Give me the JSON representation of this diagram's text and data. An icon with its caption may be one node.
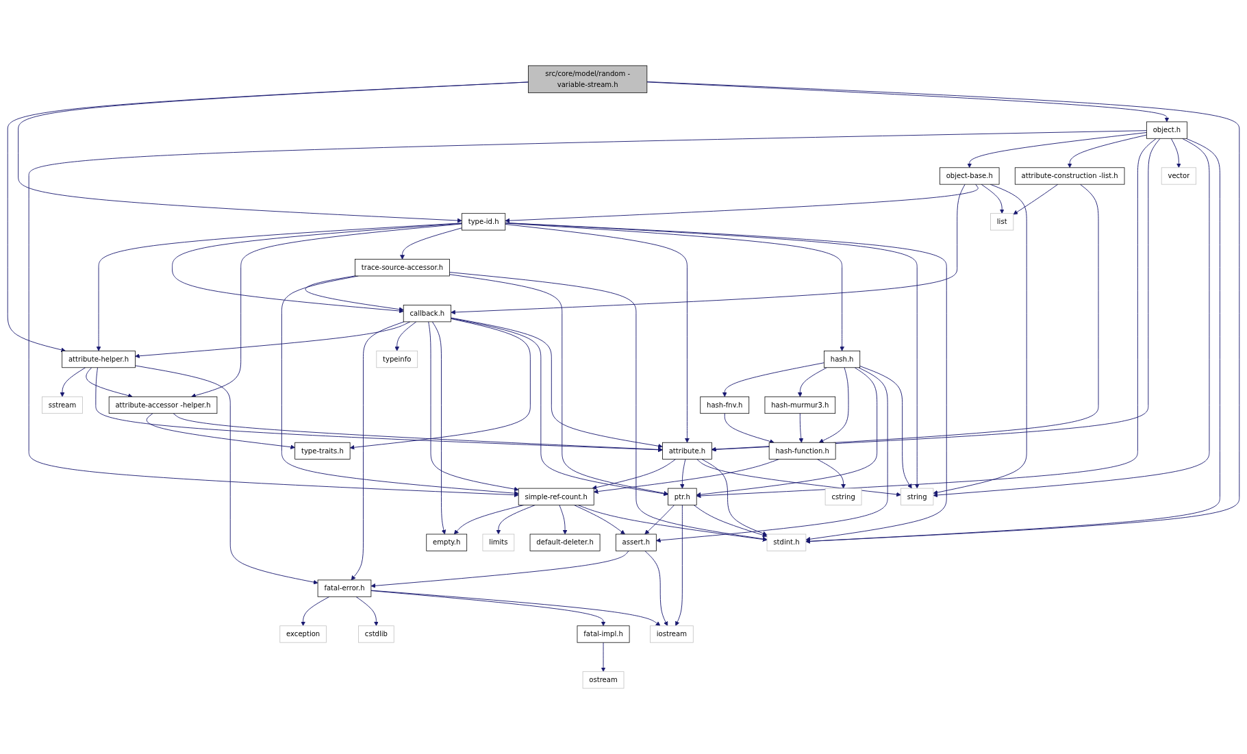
{
  "diagram": {
    "nodes": [
      {
        "text": [
          "src/core/model/random -variable-stream.h"
        ]
      },
      {
        "text": [
          "object.h"
        ]
      },
      {
        "text": [
          "object-base.h"
        ]
      },
      {
        "text": [
          "attribute-construction -list.h"
        ]
      },
      {
        "text": [
          "vector"
        ]
      },
      {
        "text": [
          "list"
        ]
      },
      {
        "text": [
          "type-id.h"
        ]
      },
      {
        "text": [
          "trace-source-accessor.h"
        ]
      },
      {
        "text": [
          "callback.h"
        ]
      },
      {
        "text": [
          "hash.h"
        ]
      },
      {
        "text": [
          "attribute-helper.h"
        ]
      },
      {
        "text": [
          "typeinfo"
        ]
      },
      {
        "text": [
          "sstream"
        ]
      },
      {
        "text": [
          "attribute-accessor -helper.h"
        ]
      },
      {
        "text": [
          "hash-fnv.h"
        ]
      },
      {
        "text": [
          "hash-murmur3.h"
        ]
      },
      {
        "text": [
          "type-traits.h"
        ]
      },
      {
        "text": [
          "attribute.h"
        ]
      },
      {
        "text": [
          "hash-function.h"
        ]
      },
      {
        "text": [
          "simple-ref-count.h"
        ]
      },
      {
        "text": [
          "ptr.h"
        ]
      },
      {
        "text": [
          "cstring"
        ]
      },
      {
        "text": [
          "string"
        ]
      },
      {
        "text": [
          "empty.h"
        ]
      },
      {
        "text": [
          "limits"
        ]
      },
      {
        "text": [
          "default-deleter.h"
        ]
      },
      {
        "text": [
          "assert.h"
        ]
      },
      {
        "text": [
          "stdint.h"
        ]
      },
      {
        "text": [
          "fatal-error.h"
        ]
      },
      {
        "text": [
          "exception"
        ]
      },
      {
        "text": [
          "cstdlib"
        ]
      },
      {
        "text": [
          "fatal-impl.h"
        ]
      },
      {
        "text": [
          "iostream"
        ]
      },
      {
        "text": [
          "ostream"
        ]
      }
    ],
    "edges": [
      {
        "from": 0,
        "to": 10,
        "arrow": "to"
      },
      {
        "from": 0,
        "to": 6,
        "arrow": "to"
      },
      {
        "from": 0,
        "to": 1,
        "arrow": "to"
      },
      {
        "from": 0,
        "to": 27,
        "arrow": "to"
      },
      {
        "from": 1,
        "to": 19,
        "arrow": "to"
      },
      {
        "from": 1,
        "to": 2,
        "arrow": "to"
      },
      {
        "from": 1,
        "to": 3,
        "arrow": "to"
      },
      {
        "from": 1,
        "to": 20,
        "arrow": "to"
      },
      {
        "from": 1,
        "to": 17,
        "arrow": "to"
      },
      {
        "from": 1,
        "to": 4,
        "arrow": "to"
      },
      {
        "from": 1,
        "to": 22,
        "arrow": "to"
      },
      {
        "from": 1,
        "to": 27,
        "arrow": "to"
      },
      {
        "from": 2,
        "to": 8,
        "arrow": "to"
      },
      {
        "from": 2,
        "to": 6,
        "arrow": "to"
      },
      {
        "from": 2,
        "to": 5,
        "arrow": "to"
      },
      {
        "from": 2,
        "to": 22,
        "arrow": "to"
      },
      {
        "from": 3,
        "to": 5,
        "arrow": "to"
      },
      {
        "from": 3,
        "to": 17,
        "arrow": "to"
      },
      {
        "from": 6,
        "to": 10,
        "arrow": "to"
      },
      {
        "from": 6,
        "to": 8,
        "arrow": "to"
      },
      {
        "from": 6,
        "to": 13,
        "arrow": "to"
      },
      {
        "from": 6,
        "to": 7,
        "arrow": "to"
      },
      {
        "from": 6,
        "to": 17,
        "arrow": "to"
      },
      {
        "from": 6,
        "to": 9,
        "arrow": "to"
      },
      {
        "from": 6,
        "to": 22,
        "arrow": "to"
      },
      {
        "from": 6,
        "to": 27,
        "arrow": "to"
      },
      {
        "from": 7,
        "to": 8,
        "arrow": "to"
      },
      {
        "from": 7,
        "to": 19,
        "arrow": "to"
      },
      {
        "from": 7,
        "to": 20,
        "arrow": "to"
      },
      {
        "from": 7,
        "to": 27,
        "arrow": "to"
      },
      {
        "from": 8,
        "to": 28,
        "arrow": "to"
      },
      {
        "from": 8,
        "to": 10,
        "arrow": "to"
      },
      {
        "from": 8,
        "to": 11,
        "arrow": "to"
      },
      {
        "from": 8,
        "to": 19,
        "arrow": "to"
      },
      {
        "from": 8,
        "to": 23,
        "arrow": "to"
      },
      {
        "from": 8,
        "to": 16,
        "arrow": "to"
      },
      {
        "from": 8,
        "to": 20,
        "arrow": "to"
      },
      {
        "from": 8,
        "to": 17,
        "arrow": "to"
      },
      {
        "from": 9,
        "to": 14,
        "arrow": "to"
      },
      {
        "from": 9,
        "to": 15,
        "arrow": "to"
      },
      {
        "from": 9,
        "to": 18,
        "arrow": "to"
      },
      {
        "from": 9,
        "to": 20,
        "arrow": "to"
      },
      {
        "from": 9,
        "to": 26,
        "arrow": "to"
      },
      {
        "from": 9,
        "to": 22,
        "arrow": "to"
      },
      {
        "from": 10,
        "to": 12,
        "arrow": "to"
      },
      {
        "from": 10,
        "to": 13,
        "arrow": "to"
      },
      {
        "from": 10,
        "to": 17,
        "arrow": "to"
      },
      {
        "from": 10,
        "to": 28,
        "arrow": "to"
      },
      {
        "from": 13,
        "to": 16,
        "arrow": "to"
      },
      {
        "from": 13,
        "to": 17,
        "arrow": "to"
      },
      {
        "from": 14,
        "to": 18,
        "arrow": "to"
      },
      {
        "from": 15,
        "to": 18,
        "arrow": "to"
      },
      {
        "from": 17,
        "to": 19,
        "arrow": "to"
      },
      {
        "from": 17,
        "to": 20,
        "arrow": "to"
      },
      {
        "from": 17,
        "to": 22,
        "arrow": "to"
      },
      {
        "from": 17,
        "to": 27,
        "arrow": "to"
      },
      {
        "from": 18,
        "to": 19,
        "arrow": "to"
      },
      {
        "from": 18,
        "to": 21,
        "arrow": "to"
      },
      {
        "from": 19,
        "to": 23,
        "arrow": "to"
      },
      {
        "from": 19,
        "to": 24,
        "arrow": "to"
      },
      {
        "from": 19,
        "to": 25,
        "arrow": "to"
      },
      {
        "from": 19,
        "to": 26,
        "arrow": "to"
      },
      {
        "from": 19,
        "to": 27,
        "arrow": "to"
      },
      {
        "from": 20,
        "to": 26,
        "arrow": "to"
      },
      {
        "from": 20,
        "to": 32,
        "arrow": "to"
      },
      {
        "from": 20,
        "to": 27,
        "arrow": "to"
      },
      {
        "from": 26,
        "to": 28,
        "arrow": "to"
      },
      {
        "from": 26,
        "to": 32,
        "arrow": "to"
      },
      {
        "from": 28,
        "to": 29,
        "arrow": "to"
      },
      {
        "from": 28,
        "to": 30,
        "arrow": "to"
      },
      {
        "from": 28,
        "to": 31,
        "arrow": "to"
      },
      {
        "from": 28,
        "to": 32,
        "arrow": "to"
      },
      {
        "from": 31,
        "to": 33,
        "arrow": "to"
      }
    ]
  }
}
